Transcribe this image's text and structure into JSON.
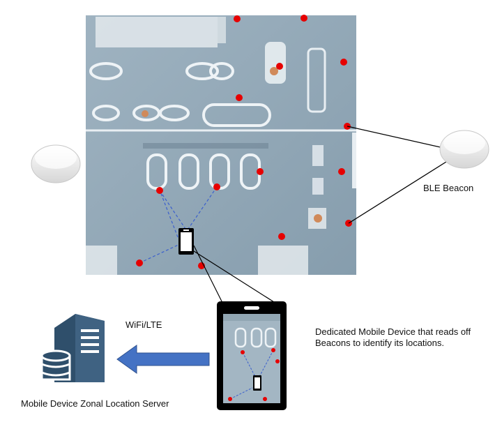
{
  "labels": {
    "ble_beacon": "BLE Beacon",
    "wifi_lte": "WiFi/LTE",
    "device_description": "Dedicated Mobile Device that reads off Beacons to identify its locations.",
    "server": "Mobile Device Zonal Location Server"
  },
  "colors": {
    "floor": "#8fa6b5",
    "floor_light": "#a9bcc8",
    "beacon_dot": "#e60000",
    "arrow": "#4472c4",
    "server": "#2f4f6b",
    "connector": "#000000",
    "dash": "#3a5fcd"
  },
  "icons": {
    "beacon": "ble-beacon-icon",
    "server": "server-database-icon",
    "phone": "mobile-phone-icon",
    "arrow": "arrow-left-icon"
  }
}
